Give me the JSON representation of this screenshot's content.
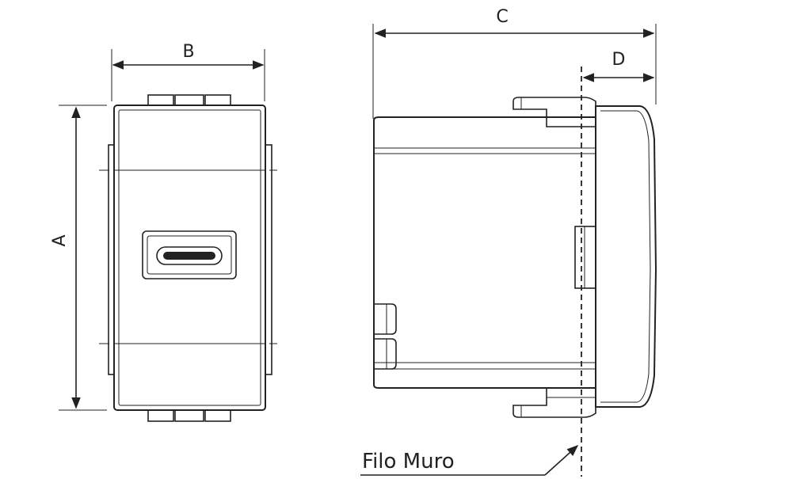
{
  "dimensions": {
    "A": "A",
    "B": "B",
    "C": "C",
    "D": "D"
  },
  "callout": {
    "filo_muro": "Filo Muro"
  }
}
